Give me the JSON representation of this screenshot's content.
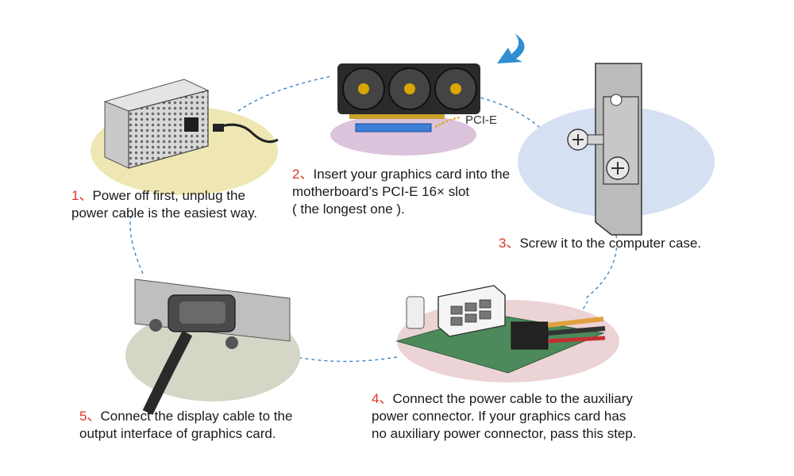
{
  "diagram": {
    "pci_label": "PCI-E",
    "colors": {
      "step_number": "#e0302a",
      "dash": "#3f86c6",
      "arrow": "#2f8fd0"
    },
    "steps": [
      {
        "num": "1、",
        "line1": "Power off first, unplug the",
        "line2": "power cable is the easiest way.",
        "line3": ""
      },
      {
        "num": "2、",
        "line1": "Insert your graphics card into the",
        "line2": "motherboard’s PCI-E 16× slot",
        "line3": "( the longest one )."
      },
      {
        "num": "3、",
        "line1": "Screw it to the computer case.",
        "line2": "",
        "line3": ""
      },
      {
        "num": "4、",
        "line1": "Connect the power cable to the auxiliary",
        "line2": "power connector. If your graphics card has",
        "line3": "no auxiliary power connector, pass this step."
      },
      {
        "num": "5、",
        "line1": "Connect the display cable to the",
        "line2": "output interface of graphics card.",
        "line3": ""
      }
    ]
  }
}
